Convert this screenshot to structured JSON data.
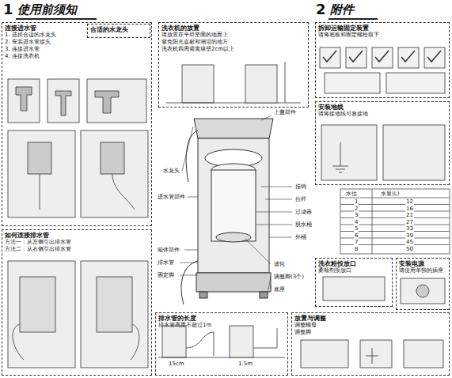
{
  "diagram": {
    "nodes": [
      {
        "text": [
          "使用前须知"
        ]
      },
      {
        "text": [
          "连接进水管",
          "1. 选择合适的水龙头",
          "2. 安装进水管接头",
          "3. 连接进水管",
          "4. 连接洗衣机"
        ]
      },
      {
        "text": [
          "合适的水龙头"
        ],
        "in": 1
      },
      {
        "text": [
          "如何连接排水管",
          "方法一：从左侧引出排水管",
          "方法二：从右侧引出排水管"
        ]
      },
      {
        "text": [
          "洗衣机的放置",
          "请放置在平坦坚固的地面上",
          "避免阳光直射和潮湿的地方",
          "洗衣机四周需离墙壁2cm以上"
        ]
      },
      {
        "text": [
          "附件"
        ]
      },
      {
        "text": [
          "拆卸运输固定装置",
          "请将底板和固定螺栓取下"
        ]
      },
      {
        "text": [
          "安装地线",
          "请将接地线可靠接地"
        ]
      },
      {
        "text": [
          "安装电源",
          "请使用单独的插座"
        ]
      },
      {
        "text": [
          "洗衣粉投放口",
          "柔顺剂投放口"
        ]
      },
      {
        "text": [
          "排水管的长度",
          "排水管高度不超过1m"
        ]
      },
      {
        "text": [
          "放置与调整",
          "调整螺母",
          "调整脚"
        ]
      }
    ],
    "labels": [
      "1",
      "2",
      "上盖部件",
      "水龙头",
      "进水管部件",
      "挂钩",
      "拉杆",
      "过滤器",
      "脱水桶",
      "外桶",
      "箱体部件",
      "排水管",
      "固定脚",
      "波轮",
      "调整脚(3个)",
      "底座",
      "水位",
      "水量(L)",
      "1",
      "2",
      "3",
      "4",
      "5",
      "6",
      "7",
      "8",
      "12",
      "16",
      "21",
      "27",
      "33",
      "39",
      "45",
      "50",
      "15cm",
      "1.5m"
    ]
  }
}
